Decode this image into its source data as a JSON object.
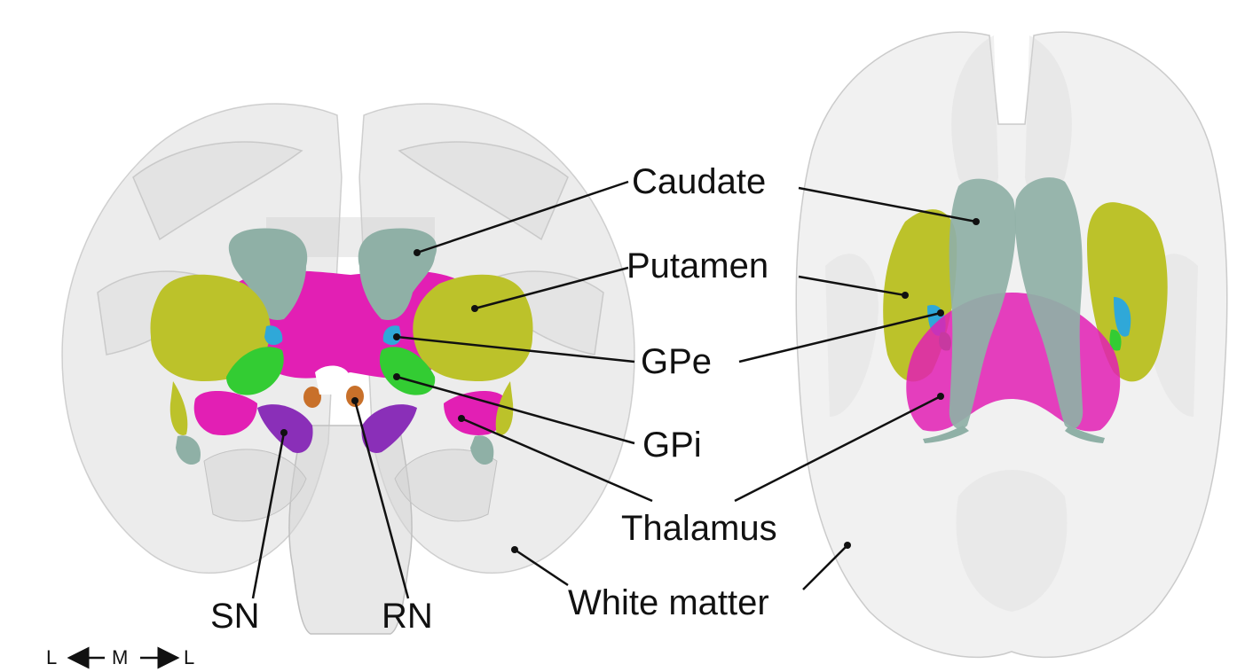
{
  "labels": {
    "caudate": "Caudate",
    "putamen": "Putamen",
    "gpe": "GPe",
    "gpi": "GPi",
    "thalamus": "Thalamus",
    "white_matter": "White matter",
    "sn": "SN",
    "rn": "RN"
  },
  "orientation": {
    "left": "L",
    "middle": "M",
    "right": "L"
  },
  "colors": {
    "caudate": "#8fb0a6",
    "putamen": "#bcc22a",
    "gpe": "#2fa8d8",
    "gpi": "#33cc33",
    "thalamus": "#e21fb4",
    "substantia_nigra": "#8a2fb8",
    "red_nucleus": "#c8702a",
    "white_matter": "#d8d8d8"
  }
}
